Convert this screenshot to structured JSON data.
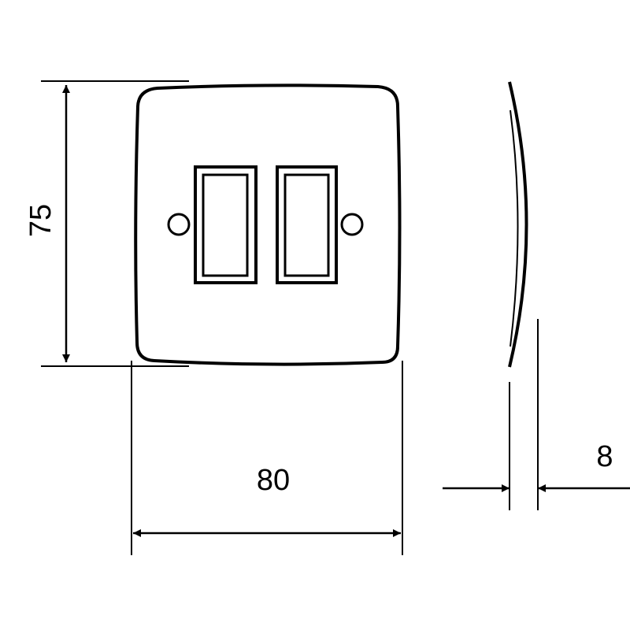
{
  "dimensions": {
    "height": "75",
    "width": "80",
    "depth": "8"
  },
  "colors": {
    "line": "#000000",
    "background": "#ffffff"
  }
}
